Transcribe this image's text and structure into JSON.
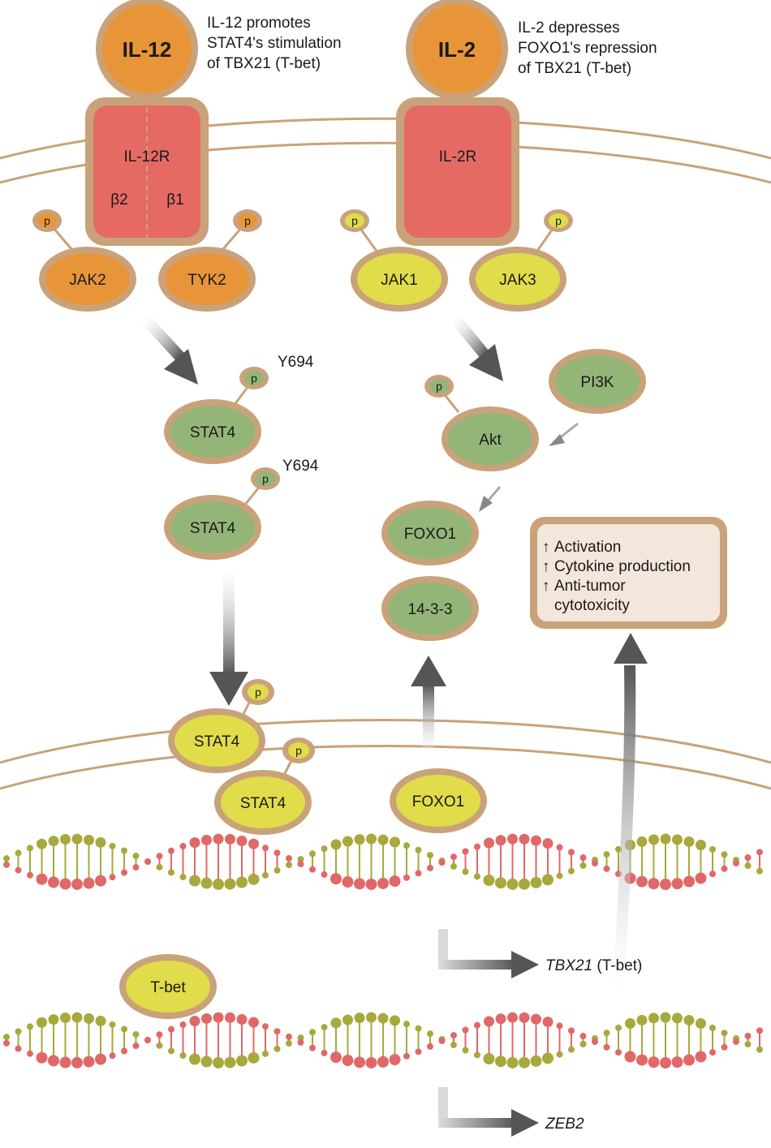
{
  "captions": {
    "il12_lines": [
      "IL-12 promotes",
      "STAT4's stimulation",
      "of TBX21 (T-bet)"
    ],
    "il2_lines": [
      "IL-2 depresses",
      "FOXO1's repression",
      "of TBX21 (T-bet)"
    ]
  },
  "ligands": {
    "il12": "IL-12",
    "il2": "IL-2"
  },
  "receptors": {
    "il12r": {
      "label": "IL-12R",
      "left_chain": "β2",
      "right_chain": "β1"
    },
    "il2r": {
      "label": "IL-2R"
    }
  },
  "kinases": {
    "jak2": "JAK2",
    "tyk2": "TYK2",
    "jak1": "JAK1",
    "jak3": "JAK3",
    "pi3k": "PI3K",
    "akt": "Akt"
  },
  "phospho_label": "p",
  "stat4": {
    "label": "STAT4",
    "site": "Y694"
  },
  "foxo1": "FOXO1",
  "protein_1433": "14-3-3",
  "tbet": "T-bet",
  "effects_box": {
    "arrow_symbol": "↑",
    "lines": [
      "Activation",
      "Cytokine production",
      "Anti-tumor",
      "cytotoxicity"
    ]
  },
  "genes": {
    "tbx21_italic": "TBX21",
    "tbx21_suffix": " (T-bet)",
    "zeb2": "ZEB2"
  },
  "colors": {
    "membrane": "#c9a27a",
    "orange": "#e8953a",
    "receptor_red": "#e66a64",
    "yellow": "#e0dc4a",
    "green": "#94b578",
    "box_fill": "#f3e6da",
    "dna_red": "#e06868",
    "dna_olive": "#a7a93c"
  }
}
